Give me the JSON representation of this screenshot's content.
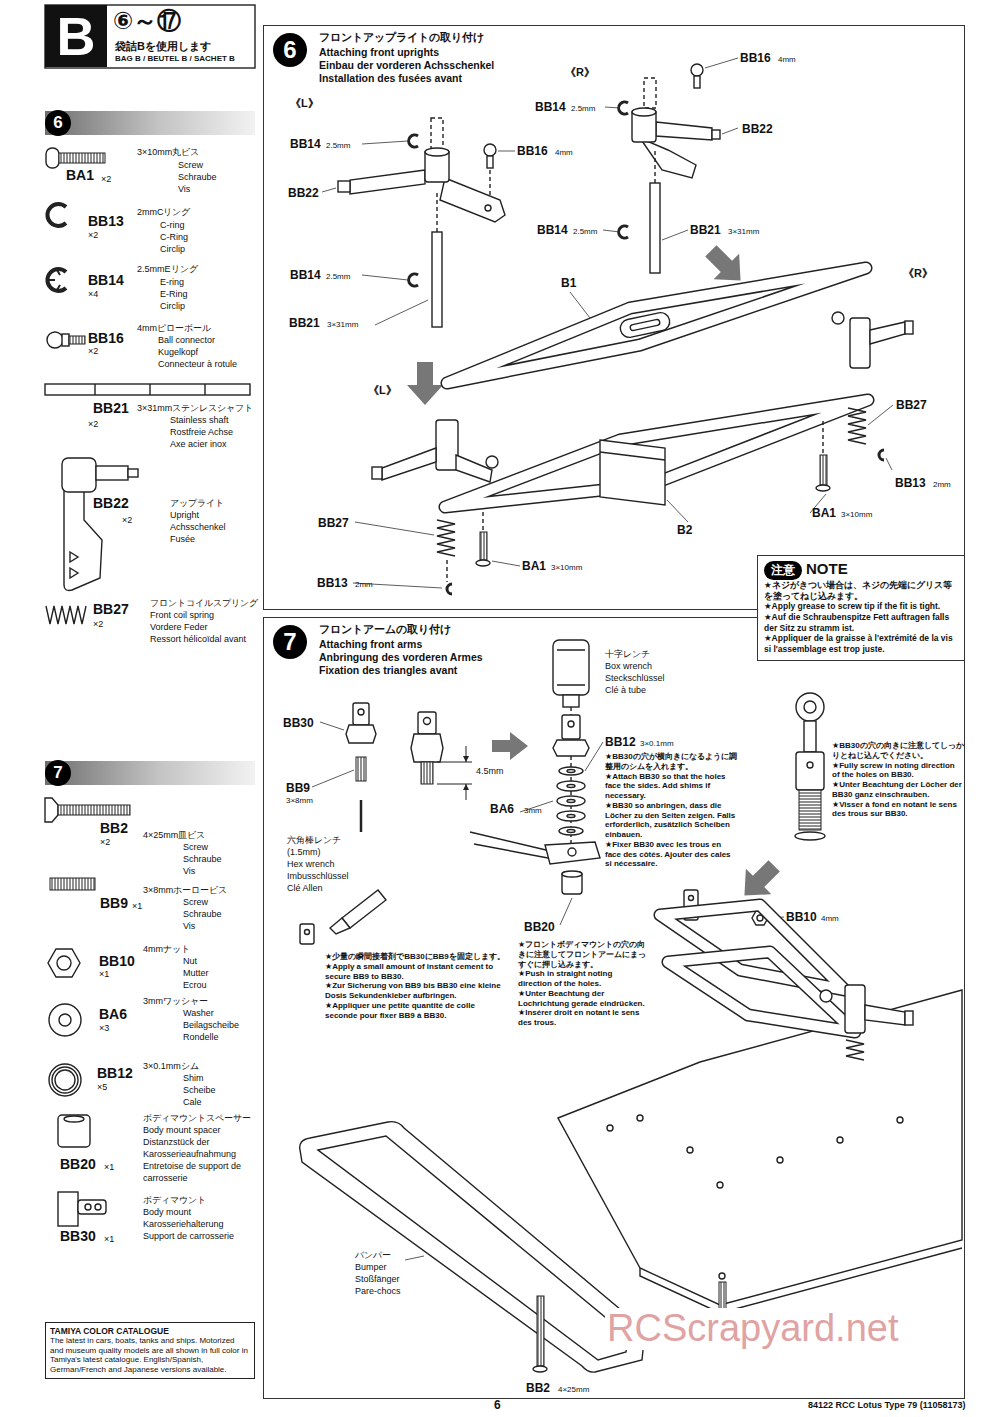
{
  "diagram": {
    "nodes": [
      {
        "text": [
          "B"
        ]
      },
      {
        "text": [
          "6"
        ]
      },
      {
        "text": [
          "7"
        ]
      },
      {
        "text": [
          "6",
          "フロントアップライトの取り付け",
          "Attaching front uprights",
          "Einbau der vorderen Achsschenkel",
          "Installation des fusées avant"
        ]
      },
      {
        "text": [
          "7",
          "フロントアームの取り付け",
          "Attaching front arms",
          "Anbringung des vorderen Armes",
          "Fixation des triangles avant"
        ]
      },
      {
        "text": [
          "注意",
          "NOTE",
          "★ネジがきつい場合は、ネジの先端にグリス等を塗ってねじ込みます。",
          "★Apply grease to screw tip if the fit is tight.",
          "★Auf die Schraubenspitze Fett auftragen falls der Sitz zu stramm ist.",
          "★Appliquer de la graisse à l'extrémité de la vis si l'assemblage est trop juste."
        ]
      },
      {
        "text": [
          "TAMIYA COLOR CATALOGUE",
          "The latest in cars, boats, tanks and ships. Motorized and museum quality models are all shown in full color in Tamiya's latest catalogue. English/Spanish, German/French and Japanese versions available."
        ]
      }
    ],
    "labels": [
      "⑥～⑰",
      "袋詰Bを使用します",
      "BAG B / BEUTEL B / SACHET B",
      "BA1",
      "×2",
      "3×10mm丸ビス",
      "Screw",
      "Schraube",
      "Vis",
      "BB13",
      "×2",
      "2mmCリング",
      "C-ring",
      "C-Ring",
      "Circlip",
      "BB14",
      "×4",
      "2.5mmEリング",
      "E-ring",
      "E-Ring",
      "Circlip",
      "BB16",
      "×2",
      "4mmピローボール",
      "Ball connector",
      "Kugelkopf",
      "Connecteur à rotule",
      "BB21",
      "×2",
      "3×31mmステンレスシャフト",
      "Stainless shaft",
      "Rostfreie Achse",
      "Axe acier inox",
      "BB22",
      "×2",
      "アップライト",
      "Upright",
      "Achsschenkel",
      "Fusée",
      "BB27",
      "×2",
      "フロントコイルスプリング",
      "Front coil spring",
      "Vordere Feder",
      "Ressort hélicoïdal avant",
      "BB2",
      "×2",
      "4×25mm皿ビス",
      "Screw",
      "Schraube",
      "Vis",
      "BB9",
      "×1",
      "3×8mmホーロービス",
      "Screw",
      "Schraube",
      "Vis",
      "BB10",
      "×1",
      "4mmナット",
      "Nut",
      "Mutter",
      "Ecrou",
      "BA6",
      "×3",
      "3mmワッシャー",
      "Washer",
      "Beilagscheibe",
      "Rondelle",
      "BB12",
      "×5",
      "3×0.1mmシム",
      "Shim",
      "Scheibe",
      "Cale",
      "BB20",
      "×1",
      "ボディマウントスペーサー",
      "Body mount spacer",
      "Distanzstück der",
      "Karosserieaufnahmung",
      "Entretoise de support de",
      "carrosserie",
      "BB30",
      "×1",
      "ボディマウント",
      "Body mount",
      "Karosseriehalterung",
      "Support de carrosserie",
      "《R》",
      "BB16",
      "4mm",
      "BB14",
      "2.5mm",
      "BB22",
      "《L》",
      "BB14",
      "2.5mm",
      "BB16",
      "4mm",
      "BB22",
      "BB14",
      "2.5mm",
      "BB21",
      "3×31mm",
      "BB14",
      "2.5mm",
      "B1",
      "《R》",
      "BB21",
      "3×31mm",
      "BB27",
      "《L》",
      "BB13",
      "2mm",
      "BA1",
      "3×10mm",
      "B2",
      "BB27",
      "BB13",
      "2mm",
      "BA1",
      "3×10mm",
      "BB30",
      "4.5mm",
      "BB9",
      "3×8mm",
      "六角棒レンチ",
      "(1.5mm)",
      "Hex wrench",
      "Imbusschlüssel",
      "Clé Allen",
      "十字レンチ",
      "Box wrench",
      "Steckschlüssel",
      "Clé à tube",
      "BB12",
      "3×0.1mm",
      "★BB30の穴が横向きになるように調整用のシムを入れます。",
      "★Attach BB30 so that the holes face the sides. Add shims if necessary.",
      "★BB30 so anbringen, dass die Löcher zu den Seiten zeigen. Falls erforderlich, zusätzlich Scheiben einbauen.",
      "★Fixer BB30 avec les trous en face des côtés. Ajouter des cales si nécessaire.",
      "BA6",
      "3mm",
      "BB20",
      "★フロントボディマウントの穴の向きに注意してフロントアームにまっすぐに押し込みます。",
      "★Push in straight noting direction of the holes.",
      "★Unter Beachtung der Lochrichtung gerade eindrücken.",
      "★Insérer droit en notant le sens des trous.",
      "★少量の瞬間接着剤でBB30にBB9を固定します。",
      "★Apply a small amount of instant cement to secure BB9 to BB30.",
      "★Zur Sicherung von BB9 bis BB30 eine kleine Dosis Sekundenkleber aufbringen.",
      "★Appliquer une petite quantité de colle seconde pour fixer BB9 à BB30.",
      "★BB30の穴の向きに注意してしっかりとねじ込んでください。",
      "★Fully screw in noting direction of the holes on BB30.",
      "★Unter Beachtung der Löcher der BB30 ganz einschrauben.",
      "★Visser à fond en notant le sens des trous sur BB30.",
      "BB10",
      "4mm",
      "バンパー",
      "Bumper",
      "Stoßfänger",
      "Pare-chocs",
      "BB2",
      "4×25mm",
      "RCScrapyard.net",
      "6",
      "84122 RCC Lotus Type 79 (11058173)"
    ]
  }
}
